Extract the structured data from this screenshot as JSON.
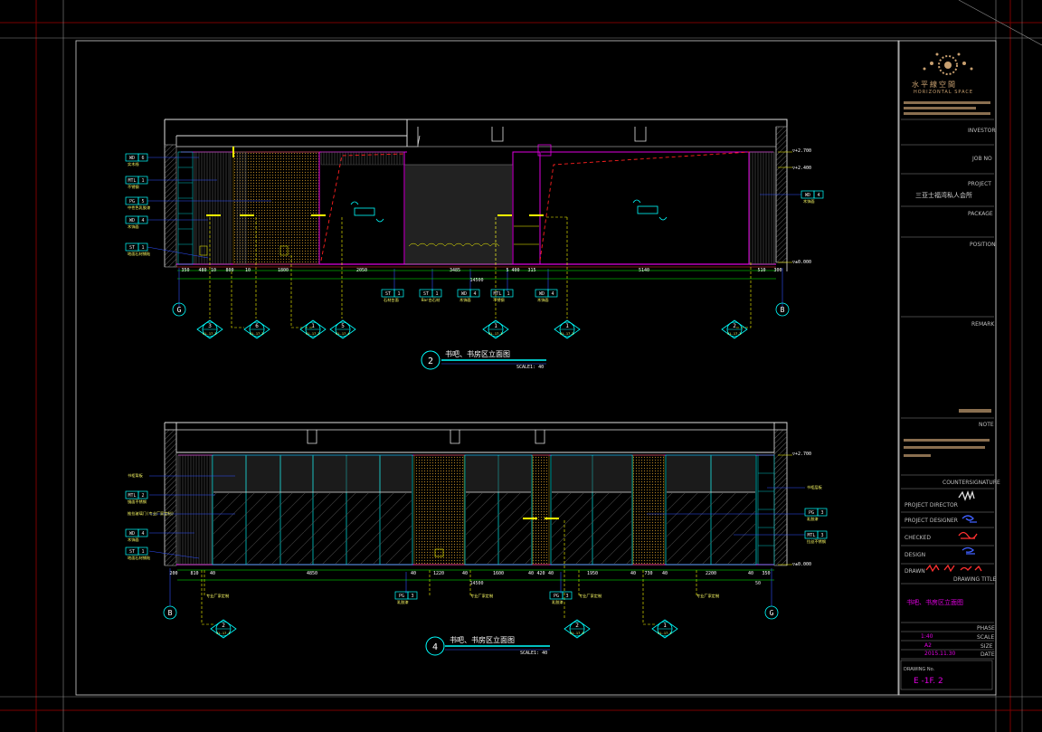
{
  "logo": {
    "name": "水平線空間",
    "sub": "HORIZONTAL SPACE"
  },
  "title_block": {
    "investor_label": "INVESTOR",
    "job_no_label": "JOB NO",
    "project_label": "PROJECT",
    "project_name": "三亚士福湾私人会所",
    "package_label": "PACKAGE",
    "position_label": "POSITION",
    "remark_label": "REMARK",
    "note_label": "NOTE",
    "countersignature_label": "COUNTERSIGNATURE",
    "project_director": "PROJECT DIRECTOR",
    "project_designer": "PROJECT DESIGNER",
    "checked": "CHECKED",
    "design": "DESIGN",
    "drawn": "DRAWN",
    "drawing_title_label": "DRAWING TITLE",
    "drawing_title": "书吧、书房区立面图",
    "phase_label": "PHASE",
    "scale_label": "SCALE",
    "scale_value": "1:40",
    "size_label": "SIZE",
    "size_value": "A2",
    "date_label": "DATE",
    "date_value": "2015.11.30",
    "drawing_no_label": "DRAWING No.",
    "drawing_no": "E -1F. 2"
  },
  "elev_top": {
    "number": "2",
    "title": "书吧、书房区立面图",
    "scale": "SCALE1: 40",
    "levels": [
      "▽+2.700",
      "▽+2.400",
      "▽±0.000"
    ],
    "dims": [
      "350",
      "480",
      "10",
      "800",
      "10",
      "1800",
      "2050",
      "3485",
      "5",
      "400",
      "315",
      "5140",
      "510",
      "300"
    ],
    "total": "14500",
    "grid_left": "G",
    "grid_right": "B",
    "tags_left": [
      {
        "code": "WD",
        "num": "6",
        "note": "实木线"
      },
      {
        "code": "MTL",
        "num": "1",
        "note": "不锈钢"
      },
      {
        "code": "PG",
        "num": "5",
        "note": "中性色乳胶漆"
      },
      {
        "code": "WD",
        "num": "4",
        "note": "木饰面"
      },
      {
        "code": "ST",
        "num": "1",
        "note": "地面石材铺贴"
      }
    ],
    "tags_right": [
      {
        "code": "WD",
        "num": "4",
        "note": "木饰面"
      }
    ],
    "tags_bottom": [
      {
        "code": "ST",
        "num": "1",
        "note": "石材台面"
      },
      {
        "code": "ST",
        "num": "1",
        "note": "Bar台石材"
      },
      {
        "code": "WD",
        "num": "4",
        "note": "木饰面"
      },
      {
        "code": "MTL",
        "num": "1",
        "note": "不锈钢"
      },
      {
        "code": "WD",
        "num": "4",
        "note": "木饰面"
      }
    ],
    "markers": [
      {
        "num": "3",
        "ref": "EL-17.2"
      },
      {
        "num": "6",
        "ref": "EL-17.2"
      },
      {
        "num": "1",
        "ref": "EL-17.2"
      },
      {
        "num": "5",
        "ref": "EL-17.4"
      },
      {
        "num": "1",
        "ref": "EL-17.3"
      },
      {
        "num": "1",
        "ref": "EL-17.2"
      },
      {
        "num": "2",
        "ref": "EL-17.2"
      }
    ]
  },
  "elev_bottom": {
    "number": "4",
    "title": "书吧、书房区立面图",
    "scale": "SCALE1: 40",
    "levels": [
      "▽+2.700",
      "▽±0.000"
    ],
    "dims": [
      "200",
      "810",
      "40",
      "4850",
      "40",
      "1220",
      "40",
      "1600",
      "40",
      "420",
      "40",
      "1950",
      "40",
      "730",
      "40",
      "2200",
      "40",
      "350"
    ],
    "sub_dim": "50",
    "total": "14500",
    "grid_left": "B",
    "grid_right": "G",
    "tags_left": [
      {
        "code": "",
        "num": "",
        "note": "书柜背板"
      },
      {
        "code": "MTL",
        "num": "2",
        "note": "镜面不锈钢"
      },
      {
        "code": "",
        "num": "",
        "note": "推拉玻璃门(专业厂家定制)"
      },
      {
        "code": "WD",
        "num": "4",
        "note": "木饰面"
      },
      {
        "code": "ST",
        "num": "1",
        "note": "地面石材铺贴"
      }
    ],
    "tags_right": [
      {
        "code": "",
        "num": "",
        "note": "书柜层板"
      },
      {
        "code": "PG",
        "num": "3",
        "note": "乳胶漆"
      },
      {
        "code": "MTL",
        "num": "3",
        "note": "拉丝不锈钢"
      }
    ],
    "tags_bottom": [
      {
        "code": "PG",
        "num": "3",
        "note": "乳胶漆"
      },
      {
        "code": "PG",
        "num": "3",
        "note": "乳胶漆"
      }
    ],
    "notes_bottom": [
      "专业厂家定制",
      "专业厂家定制",
      "专业厂家定制",
      "专业厂家定制"
    ],
    "markers": [
      {
        "num": "2",
        "ref": "EL-17.1"
      },
      {
        "num": "2",
        "ref": "EL-17.3"
      },
      {
        "num": "1",
        "ref": "EL-17.2"
      }
    ]
  }
}
